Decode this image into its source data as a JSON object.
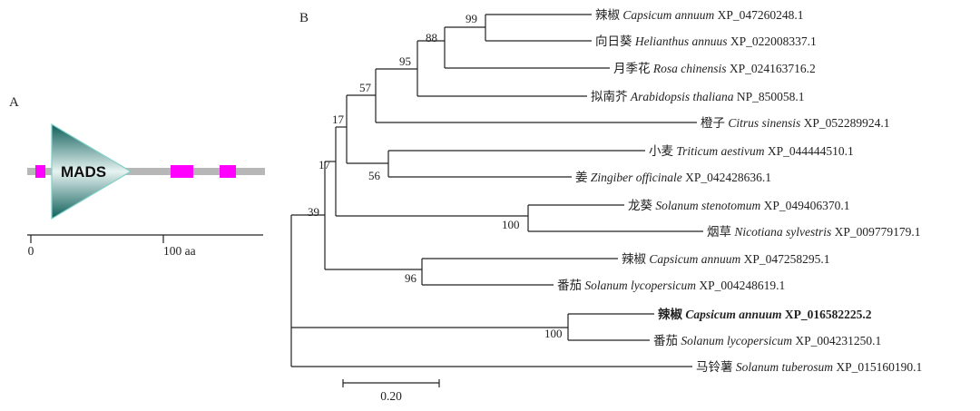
{
  "panel_a": {
    "label": "A",
    "domain_label": "MADS",
    "axis_ticks": [
      "0",
      "100 aa"
    ],
    "colors": {
      "backbone": "#b7b7b7",
      "domain_fill": "#1f6f6b",
      "motif": "#ff00ff"
    }
  },
  "panel_b": {
    "label": "B",
    "scale_label": "0.20",
    "taxa": [
      {
        "cn": "辣椒",
        "species": "Capsicum annuum",
        "acc": "XP_047260248.1",
        "bold": false
      },
      {
        "cn": "向日葵",
        "species": "Helianthus annuus",
        "acc": "XP_022008337.1",
        "bold": false
      },
      {
        "cn": "月季花",
        "species": "Rosa chinensis",
        "acc": "XP_024163716.2",
        "bold": false
      },
      {
        "cn": "拟南芥",
        "species": "Arabidopsis thaliana",
        "acc": "NP_850058.1",
        "bold": false
      },
      {
        "cn": "橙子",
        "species": "Citrus sinensis",
        "acc": "XP_052289924.1",
        "bold": false
      },
      {
        "cn": "小麦",
        "species": "Triticum aestivum",
        "acc": "XP_044444510.1",
        "bold": false
      },
      {
        "cn": "姜",
        "species": "Zingiber officinale",
        "acc": "XP_042428636.1",
        "bold": false
      },
      {
        "cn": "龙葵",
        "species": "Solanum stenotomum",
        "acc": "XP_049406370.1",
        "bold": false
      },
      {
        "cn": "烟草",
        "species": "Nicotiana sylvestris",
        "acc": "XP_009779179.1",
        "bold": false
      },
      {
        "cn": "辣椒",
        "species": "Capsicum annuum",
        "acc": "XP_047258295.1",
        "bold": false
      },
      {
        "cn": "番茄",
        "species": "Solanum lycopersicum",
        "acc": "XP_004248619.1",
        "bold": false
      },
      {
        "cn": "辣椒",
        "species": "Capsicum annuum",
        "acc": "XP_016582225.2",
        "bold": true
      },
      {
        "cn": "番茄",
        "species": "Solanum lycopersicum",
        "acc": "XP_004231250.1",
        "bold": false
      },
      {
        "cn": "马铃薯",
        "species": "Solanum tuberosum",
        "acc": "XP_015160190.1",
        "bold": false
      }
    ],
    "bootstrap": [
      "99",
      "88",
      "95",
      "57",
      "17",
      "56",
      "17",
      "100",
      "39",
      "96",
      "100"
    ]
  }
}
